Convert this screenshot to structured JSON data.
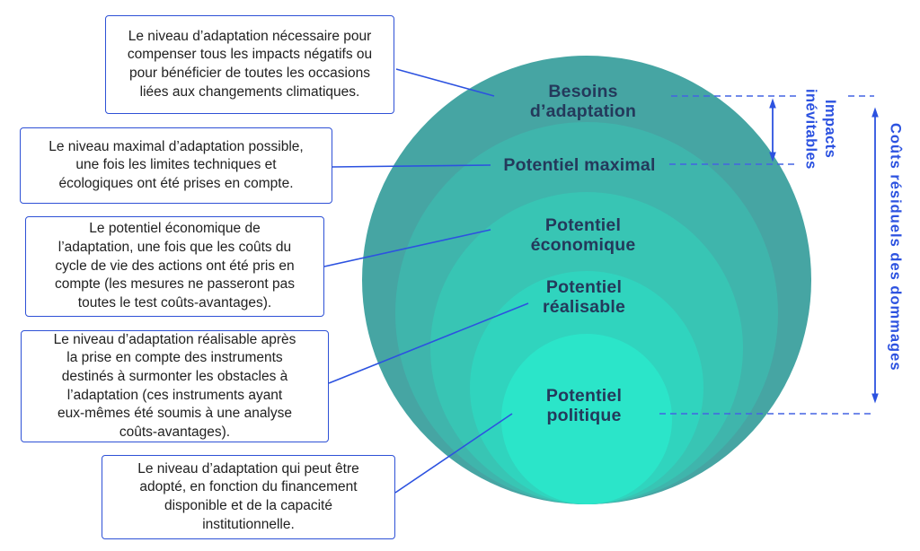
{
  "palette": {
    "circle_colors": [
      "#46A5A3",
      "#3FB5AC",
      "#38C5B4",
      "#30D4BE",
      "#2BE5C9"
    ],
    "accent_blue": "#2C52E0",
    "dash_blue": "#4363E3",
    "box_border_blue": "#2E51D6",
    "ring_label_navy": "#24395B",
    "callout_text": "#212121"
  },
  "rings": [
    {
      "label": "Besoins\nd’adaptation"
    },
    {
      "label": "Potentiel maximal"
    },
    {
      "label": "Potentiel\néconomique"
    },
    {
      "label": "Potentiel\nréalisable"
    },
    {
      "label": "Potentiel\npolitique"
    }
  ],
  "callouts": [
    {
      "text": "Le niveau d’adaptation nécessaire pour\ncompenser tous les impacts négatifs ou\npour bénéficier de toutes les occasions\nliées aux changements climatiques."
    },
    {
      "text": "Le niveau maximal d’adaptation possible,\nune fois les limites techniques et\nécologiques ont été prises en compte."
    },
    {
      "text": "Le potentiel économique de\nl’adaptation, une fois que les coûts du\ncycle de vie des actions ont été pris en\ncompte (les mesures ne passeront pas\ntoutes le test coûts-avantages)."
    },
    {
      "text": "Le niveau d’adaptation réalisable après\nla prise en compte des instruments\ndestinés à surmonter les obstacles à\nl’adaptation (ces instruments ayant\neux-mêmes été soumis à une analyse\ncoûts-avantages)."
    },
    {
      "text": "Le niveau d’adaptation qui peut être\nadopté, en fonction du financement\ndisponible et de la capacité\ninstitutionnelle."
    }
  ],
  "side_labels": {
    "impacts": "Impacts\ninévitables",
    "couts": "Coûts résiduels des dommages"
  }
}
